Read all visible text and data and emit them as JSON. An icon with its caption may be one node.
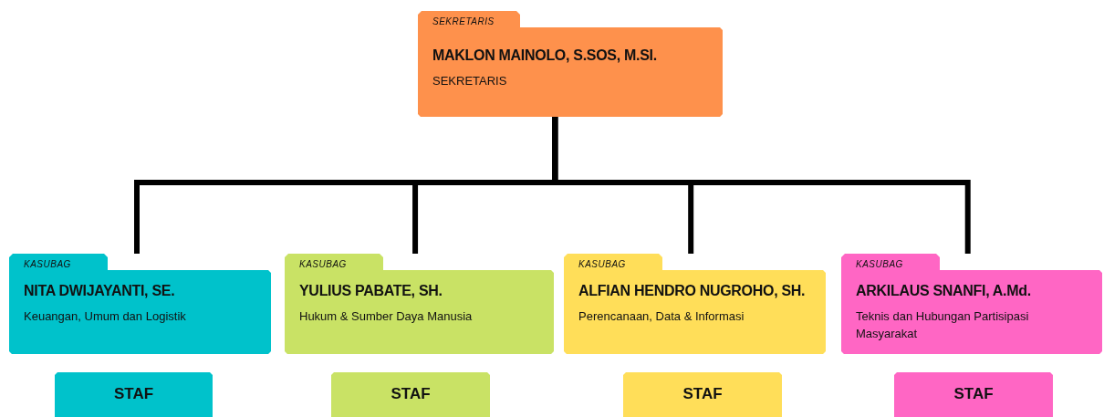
{
  "diagram": {
    "nodes": [
      {
        "text": [
          "SEKRETARIS",
          "MAKLON MAINOLO, S.SOS, M.SI.",
          "SEKRETARIS"
        ]
      },
      {
        "text": [
          "KASUBAG",
          "NITA DWIJAYANTI, SE.",
          "Keuangan, Umum dan Logistik"
        ]
      },
      {
        "text": [
          "KASUBAG",
          "YULIUS PABATE, SH.",
          "Hukum & Sumber Daya Manusia"
        ]
      },
      {
        "text": [
          "KASUBAG",
          "ALFIAN HENDRO NUGROHO, SH.",
          "Perencanaan, Data & Informasi"
        ]
      },
      {
        "text": [
          "KASUBAG",
          "ARKILAUS SNANFI, A.Md.",
          "Teknis dan Hubungan Partisipasi Masyarakat"
        ]
      },
      {
        "text": [
          "STAF"
        ]
      },
      {
        "text": [
          "STAF"
        ]
      },
      {
        "text": [
          "STAF"
        ]
      },
      {
        "text": [
          "STAF"
        ]
      }
    ],
    "edges": [
      {
        "from": 0,
        "to": 1,
        "arrow": "none"
      },
      {
        "from": 0,
        "to": 2,
        "arrow": "none"
      },
      {
        "from": 0,
        "to": 3,
        "arrow": "none"
      },
      {
        "from": 0,
        "to": 4,
        "arrow": "none"
      }
    ]
  }
}
